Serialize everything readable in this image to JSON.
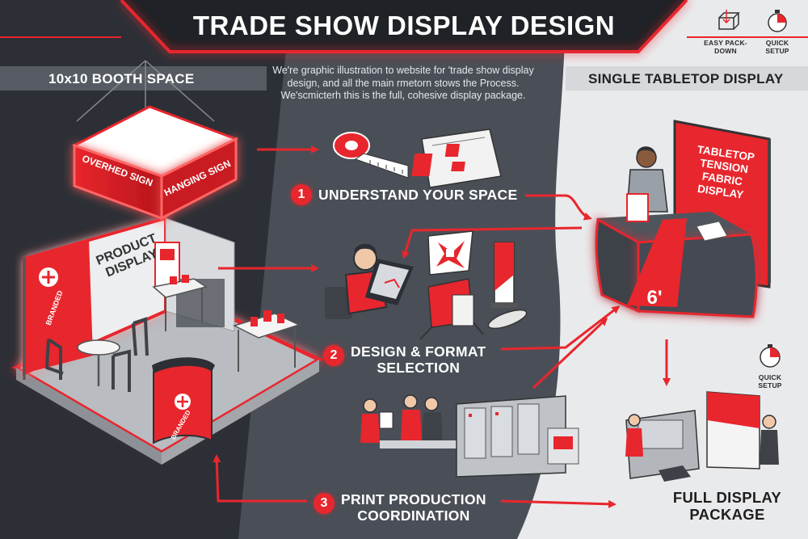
{
  "header": {
    "title": "TRADE SHOW DISPLAY DESIGN",
    "intro": "We're graphic illustration to website for 'trade show display design, and all the main rmetorn stows the Process. We'scmicterh this is the full, cohesive display package."
  },
  "left_panel": {
    "label": "10x10 BOOTH SPACE",
    "overhead_sign": "OVERHED SIGN",
    "hanging_sign": "HANGING SIGN",
    "product_display": "PRODUCT DISPLAY",
    "backwall_brand": "BRANDED",
    "counter_brand": "BRANDED"
  },
  "right_panel": {
    "label": "SINGLE TABLETOP DISPLAY",
    "tabletop_banner": "TABLETOP TENSION FABRIC DISPLAY",
    "table_size": "6'",
    "features": [
      {
        "icon": "easy-pack-down-icon",
        "label": "EASY PACK-DOWN"
      },
      {
        "icon": "stopwatch-icon",
        "label": "QUICK SETUP"
      }
    ],
    "quick_setup_2": "QUICK SETUP",
    "final_label": "FULL DISPLAY PACKAGE"
  },
  "steps": [
    {
      "number": "1",
      "line1": "UNDERSTAND YOUR SPACE",
      "line2": ""
    },
    {
      "number": "2",
      "line1": "DESIGN & FORMAT",
      "line2": "SELECTION"
    },
    {
      "number": "3",
      "line1": "PRINT PRODUCTION",
      "line2": "COORDINATION"
    }
  ],
  "colors": {
    "accent_red": "#e8262d",
    "dark_panel": "#2c3036",
    "mid_panel": "#4a4f57",
    "light_panel": "#e9eaec"
  }
}
